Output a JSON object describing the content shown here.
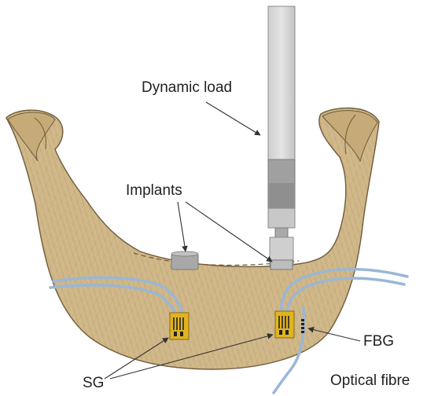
{
  "labels": {
    "dynamic_load": "Dynamic load",
    "implants": "Implants",
    "fbg": "FBG",
    "sg": "SG",
    "optical_fibre": "Optical fibre"
  },
  "colors": {
    "bone_fill": "#d2b98a",
    "bone_stroke": "#6f5b3a",
    "fibre": "#9ab7d6",
    "gauge": "#e0b321",
    "rod_light": "#d9d9d9",
    "rod_dark": "#9c9c9c",
    "implant": "#a8a8a8"
  }
}
